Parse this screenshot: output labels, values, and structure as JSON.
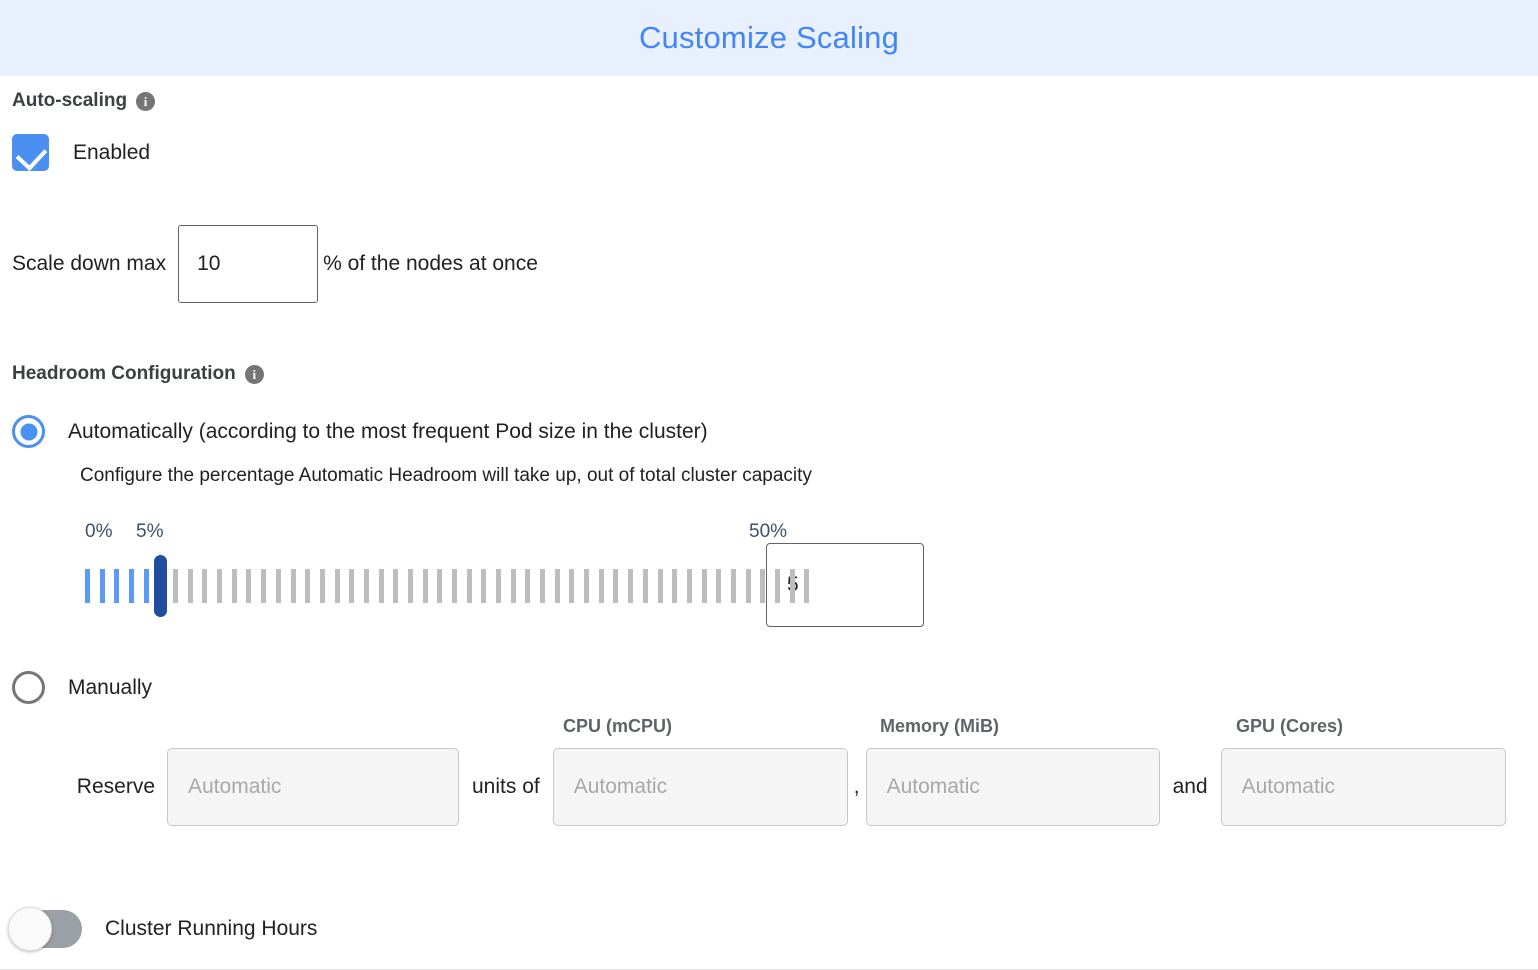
{
  "header": {
    "title": "Customize Scaling",
    "background_color": "#e9f0fd",
    "title_color": "#4285f4"
  },
  "autoscaling": {
    "heading": "Auto-scaling",
    "info_icon": "info-icon",
    "info_glyph": "i",
    "checkbox_label": "Enabled",
    "checkbox_checked": true,
    "accent_color": "#4a90f0"
  },
  "scale_down": {
    "label": "Scale down max",
    "value": "10",
    "placeholder": "",
    "suffix": "% of the nodes at once"
  },
  "headroom": {
    "heading": "Headroom Configuration",
    "info_glyph": "i",
    "option_auto": {
      "label": "Automatically (according to the most frequent Pod size in the cluster)",
      "selected": true,
      "description": "Configure the percentage Automatic Headroom will take up, out of total cluster capacity"
    },
    "option_manual": {
      "label": "Manually",
      "selected": false
    }
  },
  "slider": {
    "min_label": "0%",
    "current_label": "5%",
    "max_label": "50%",
    "min": 0,
    "max": 50,
    "value": 5,
    "tick_count": 50,
    "filled_color": "#5b9bf5",
    "empty_color": "#bdbdbd",
    "thumb_color": "#1f4e9c",
    "input_value": "5"
  },
  "reserve": {
    "label": "Reserve",
    "units_text": "units of",
    "comma_text": ",",
    "and_text": "and",
    "columns": [
      {
        "header": "",
        "placeholder": "Automatic",
        "name": "units"
      },
      {
        "header": "CPU (mCPU)",
        "placeholder": "Automatic",
        "name": "cpu"
      },
      {
        "header": "Memory (MiB)",
        "placeholder": "Automatic",
        "name": "memory"
      },
      {
        "header": "GPU (Cores)",
        "placeholder": "Automatic",
        "name": "gpu"
      }
    ]
  },
  "cluster_running_hours": {
    "label": "Cluster Running Hours",
    "enabled": false
  }
}
